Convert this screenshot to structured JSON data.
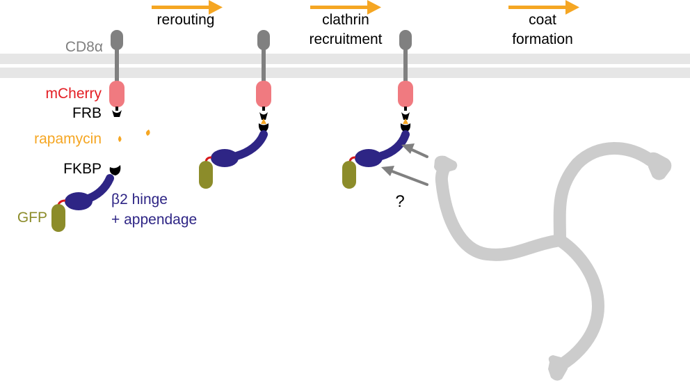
{
  "steps": {
    "rerouting": "rerouting",
    "clathrin_line1": "clathrin",
    "clathrin_line2": "recruitment",
    "coat_line1": "coat",
    "coat_line2": "formation"
  },
  "labels": {
    "cd8a": "CD8α",
    "mcherry": "mCherry",
    "frb": "FRB",
    "rapamycin": "rapamycin",
    "fkbp": "FKBP",
    "gfp": "GFP",
    "hinge_line1": "β2 hinge",
    "hinge_line2": "+ appendage",
    "question": "?"
  },
  "colors": {
    "arrow": "#f5a623",
    "membrane": "#e6e6e6",
    "cd8a": "#808080",
    "mcherry": "#f07a80",
    "mcherry_text": "#e31e24",
    "rapamycin": "#f5a623",
    "beta2": "#2e2585",
    "gfp": "#8c8c2a",
    "linker": "#d7191c",
    "clathrin": "#cccccc",
    "pointer": "#808080"
  }
}
